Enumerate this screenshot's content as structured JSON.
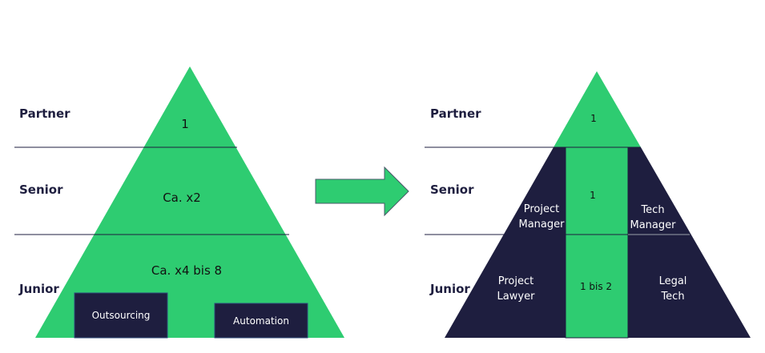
{
  "colors": {
    "green": "#2ecc71",
    "navy": "#1e1e3f",
    "line": "#1e1e3f"
  },
  "levels": [
    "Partner",
    "Senior",
    "Junior"
  ],
  "left_pyramid": {
    "partner_value": "1",
    "senior_value": "Ca. x2",
    "junior_value": "Ca. x4 bis 8",
    "boxes": [
      "Outsourcing",
      "Automation"
    ]
  },
  "arrow": {
    "direction": "right"
  },
  "right_pyramid": {
    "partner_value": "1",
    "senior_center": "1",
    "junior_center": "1 bis 2",
    "senior_left": [
      "Project",
      "Manager"
    ],
    "senior_right": [
      "Tech",
      "Manager"
    ],
    "junior_left": [
      "Project",
      "Lawyer"
    ],
    "junior_right": [
      "Legal",
      "Tech"
    ]
  }
}
